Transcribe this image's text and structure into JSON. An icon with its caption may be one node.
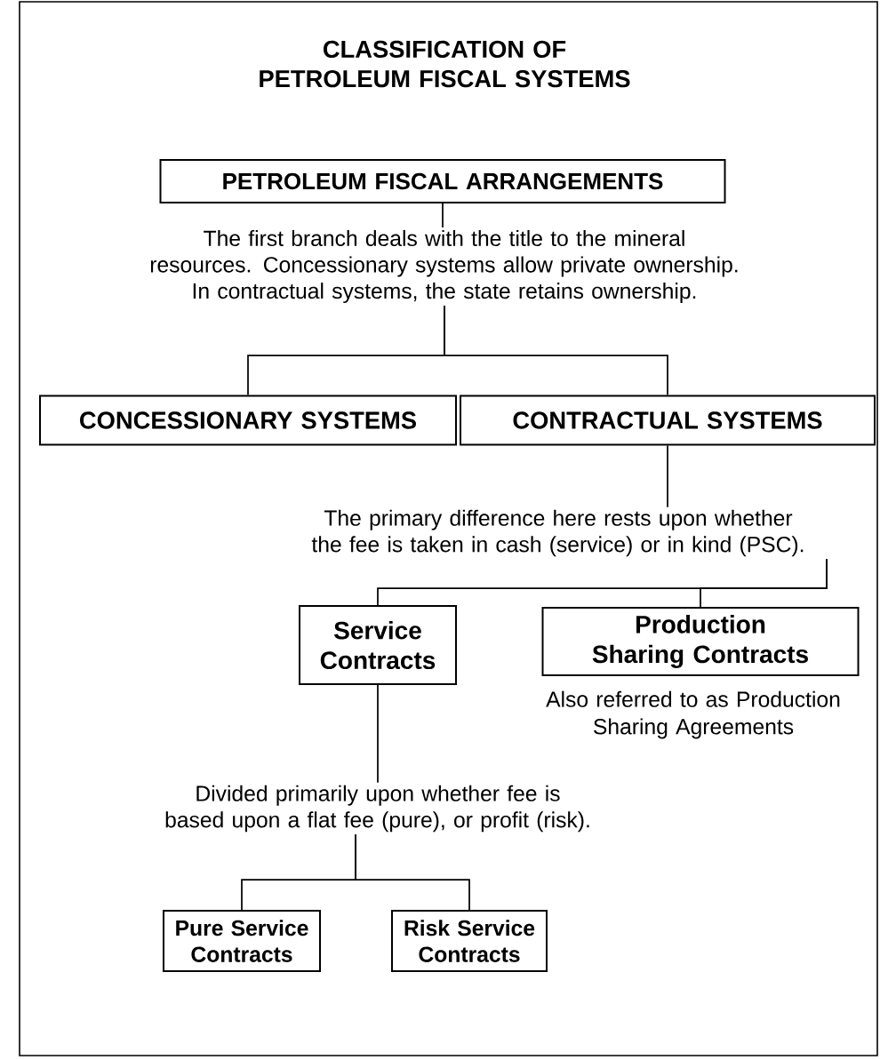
{
  "diagram": {
    "title": "CLASSIFICATION OF PETROLEUM FISCAL SYSTEMS",
    "nodes": [
      {
        "text": [
          "PETROLEUM FISCAL ARRANGEMENTS"
        ]
      },
      {
        "text": [
          "The first branch deals with the title to the mineral resources. Concessionary systems allow private ownership. In contractual systems, the state retains ownership."
        ]
      },
      {
        "text": [
          "CONCESSIONARY SYSTEMS"
        ]
      },
      {
        "text": [
          "CONTRACTUAL SYSTEMS"
        ]
      },
      {
        "text": [
          "The primary difference here rests upon whether the fee is taken in cash (service) or in kind (PSC)."
        ]
      },
      {
        "text": [
          "Service Contracts"
        ]
      },
      {
        "text": [
          "Production Sharing Contracts"
        ],
        "beside": [
          "Also referred to as Production Sharing Agreements"
        ]
      },
      {
        "text": [
          "Divided primarily upon whether fee is based upon a flat fee (pure), or profit (risk)."
        ]
      },
      {
        "text": [
          "Pure Service Contracts"
        ]
      },
      {
        "text": [
          "Risk Service Contracts"
        ]
      }
    ],
    "edges": [
      {
        "from": 0,
        "to": 1,
        "arrow": "none"
      },
      {
        "from": 1,
        "to": 2,
        "arrow": "none"
      },
      {
        "from": 1,
        "to": 3,
        "arrow": "none"
      },
      {
        "from": 3,
        "to": 4,
        "arrow": "none"
      },
      {
        "from": 4,
        "to": 5,
        "arrow": "none"
      },
      {
        "from": 4,
        "to": 6,
        "arrow": "none"
      },
      {
        "from": 5,
        "to": 7,
        "arrow": "none"
      },
      {
        "from": 7,
        "to": 8,
        "arrow": "none"
      },
      {
        "from": 7,
        "to": 9,
        "arrow": "none"
      }
    ]
  }
}
